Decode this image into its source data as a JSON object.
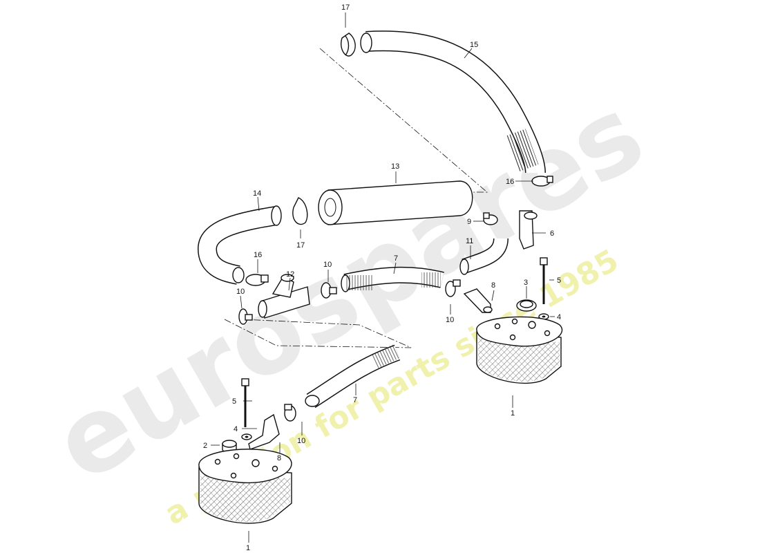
{
  "watermark": {
    "brand": "eurospares",
    "tagline": "a passion for parts since 1985",
    "brand_color": "#d8d8d8",
    "tagline_color": "#eeee9a"
  },
  "callouts": {
    "p1_right": "1",
    "p1_left": "1",
    "p2": "2",
    "p3": "3",
    "p4_right": "4",
    "p4_left": "4",
    "p5_right": "5",
    "p5_left": "5",
    "p6": "6",
    "p7_upper": "7",
    "p7_lower": "7",
    "p8_right": "8",
    "p8_left": "8",
    "p9": "9",
    "p10_a": "10",
    "p10_b": "10",
    "p10_c": "10",
    "p10_d": "10",
    "p11": "11",
    "p12": "12",
    "p13": "13",
    "p14": "14",
    "p15": "15",
    "p16_right": "16",
    "p16_left": "16",
    "p17_top": "17",
    "p17_mid": "17"
  }
}
